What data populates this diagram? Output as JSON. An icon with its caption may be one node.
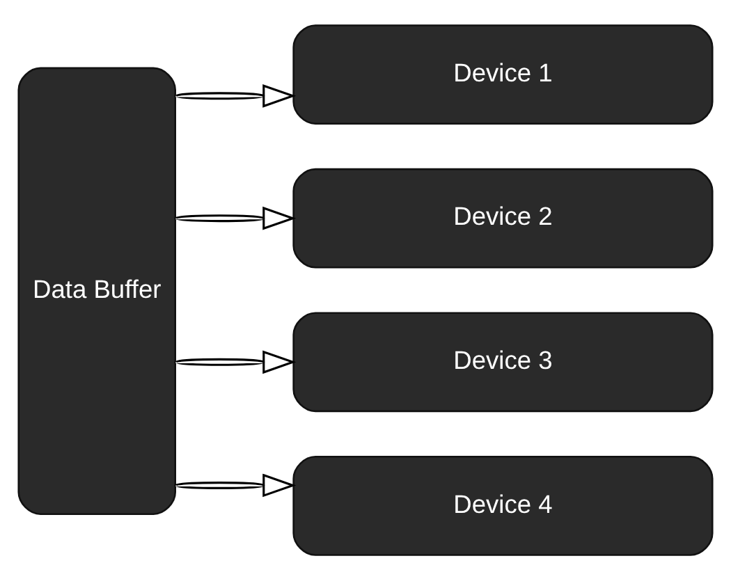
{
  "diagram": {
    "nodes": [
      {
        "text": [
          "Data Buffer"
        ]
      },
      {
        "text": [
          "Device 1"
        ]
      },
      {
        "text": [
          "Device 2"
        ]
      },
      {
        "text": [
          "Device 3"
        ]
      },
      {
        "text": [
          "Device 4"
        ]
      }
    ],
    "edges": [
      {
        "from": 0,
        "to": 1,
        "arrow": "to"
      },
      {
        "from": 0,
        "to": 2,
        "arrow": "to"
      },
      {
        "from": 0,
        "to": 3,
        "arrow": "to"
      },
      {
        "from": 0,
        "to": 4,
        "arrow": "to"
      }
    ]
  }
}
